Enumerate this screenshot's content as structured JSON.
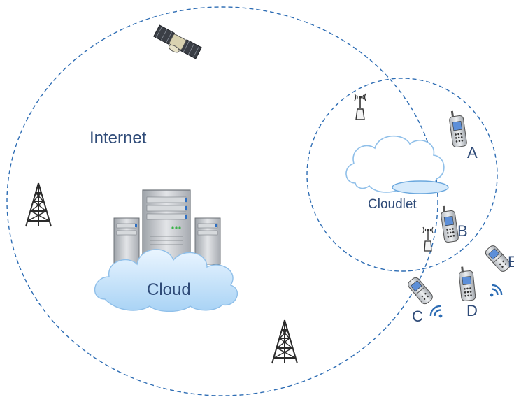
{
  "labels": {
    "internet": "Internet",
    "cloud": "Cloud",
    "cloudlet": "Cloudlet",
    "device_a": "A",
    "device_b": "B",
    "device_c": "C",
    "device_d": "D",
    "device_e": "E"
  },
  "colors": {
    "dashed_border": "#2e6db4",
    "label_text": "#2f4b78",
    "cloud_fill": "#cfe6fb",
    "cloud_stroke": "#8fbfe9",
    "server_body": "#bfc3c8",
    "tower": "#2a2a2a"
  },
  "icons": [
    "satellite-icon",
    "antenna-icon",
    "tower-icon",
    "server-icon",
    "cloud-icon",
    "phone-icon",
    "wifi-icon"
  ]
}
